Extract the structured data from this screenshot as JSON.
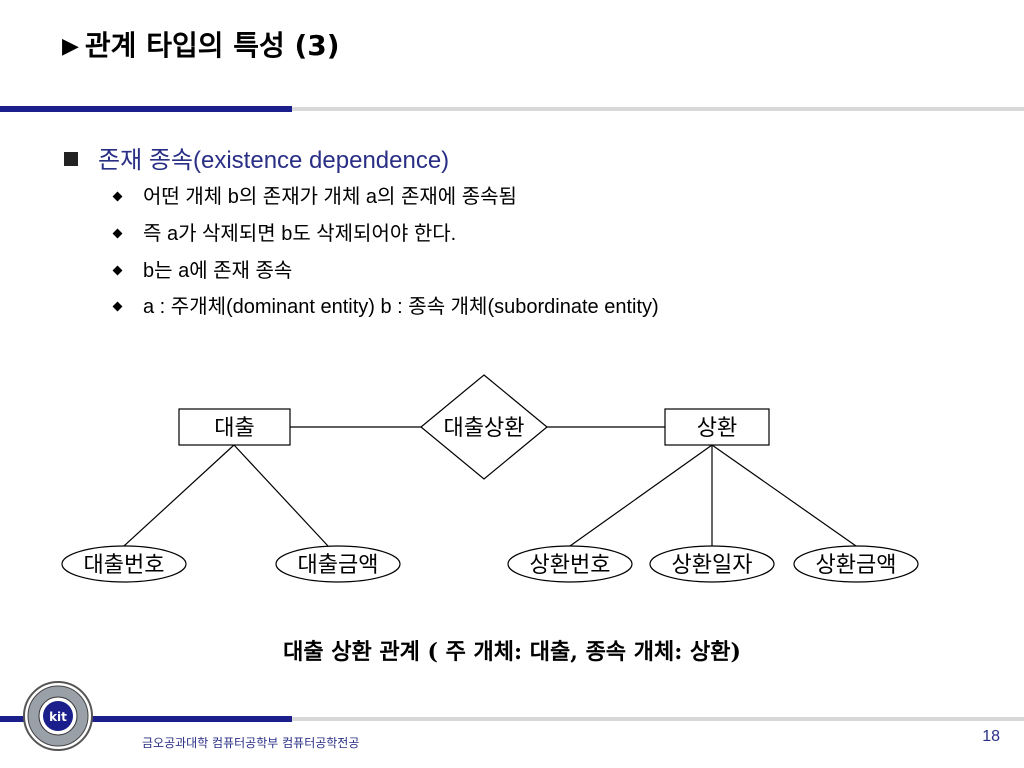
{
  "title": {
    "marker": "▶",
    "text": "관계 타입의 특성 (3)"
  },
  "bullets": {
    "level1": {
      "prefix": "존재 종속",
      "suffix": "(existence dependence)"
    },
    "level2": [
      "어떤 개체 b의 존재가 개체 a의 존재에 종속됨",
      "즉 a가 삭제되면 b도 삭제되어야 한다.",
      "b는 a에 존재 종속",
      "a : 주개체(dominant entity)  b : 종속 개체(subordinate entity)"
    ]
  },
  "diagram": {
    "entity_left": "대출",
    "relationship": "대출상환",
    "entity_right": "상환",
    "attr_1": "대출번호",
    "attr_2": "대출금액",
    "attr_3": "상환번호",
    "attr_4": "상환일자",
    "attr_5": "상환금액"
  },
  "caption": "대출 상환 관계 ( 주 개체: 대출,  종속 개체: 상환)",
  "footer": {
    "org": "금오공과대학 컴퓨터공학부 컴퓨터공학전공",
    "page": "18",
    "logo_text": "kit"
  },
  "colors": {
    "accent_blue": "#1a1f8c",
    "text_blue": "#2a2f86",
    "rule_gray": "#d8d8d8"
  }
}
